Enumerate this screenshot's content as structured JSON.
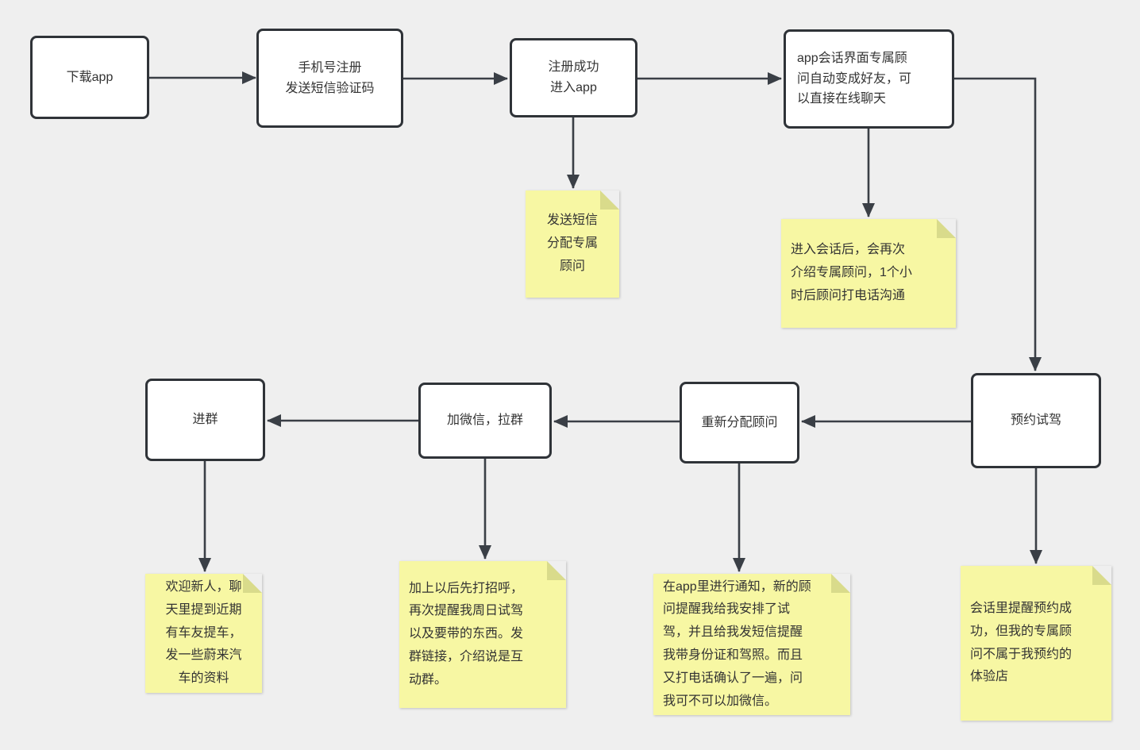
{
  "canvas": {
    "background": "#efefef"
  },
  "style": {
    "node_fill": "#ffffff",
    "node_border": "#2f3338",
    "connector_color": "#3a3f46",
    "note_fill": "#f7f7a3",
    "note_fold": "#d9db8b",
    "text_color": "#333333"
  },
  "nodes": [
    {
      "id": "download-app",
      "label": "下载app"
    },
    {
      "id": "phone-register",
      "label": "手机号注册\n发送短信验证码"
    },
    {
      "id": "register-success",
      "label": "注册成功\n进入app"
    },
    {
      "id": "app-chat-advisor",
      "label": "app会话界面专属顾\n问自动变成好友，可\n以直接在线聊天"
    },
    {
      "id": "book-test-drive",
      "label": "预约试驾"
    },
    {
      "id": "reassign-advisor",
      "label": "重新分配顾问"
    },
    {
      "id": "add-wechat-group",
      "label": "加微信，拉群"
    },
    {
      "id": "join-group",
      "label": "进群"
    }
  ],
  "notes": [
    {
      "id": "note-sms-advisor",
      "text": "发送短信\n分配专属\n顾问"
    },
    {
      "id": "note-session-intro",
      "text": "进入会话后，会再次\n介绍专属顾问，1个小\n时后顾问打电话沟通"
    },
    {
      "id": "note-welcome-group",
      "text": "欢迎新人，聊\n天里提到近期\n有车友提车，\n发一些蔚来汽\n车的资料"
    },
    {
      "id": "note-wechat-greeting",
      "text": "加上以后先打招呼，\n再次提醒我周日试驾\n以及要带的东西。发\n群链接，介绍说是互\n动群。"
    },
    {
      "id": "note-app-notify",
      "text": "在app里进行通知，新的顾\n问提醒我给我安排了试\n驾，并且给我发短信提醒\n我带身份证和驾照。而且\n又打电话确认了一遍，问\n我可不可以加微信。"
    },
    {
      "id": "note-booking-reminder",
      "text": "会话里提醒预约成\n功，但我的专属顾\n问不属于我预约的\n体验店"
    }
  ]
}
